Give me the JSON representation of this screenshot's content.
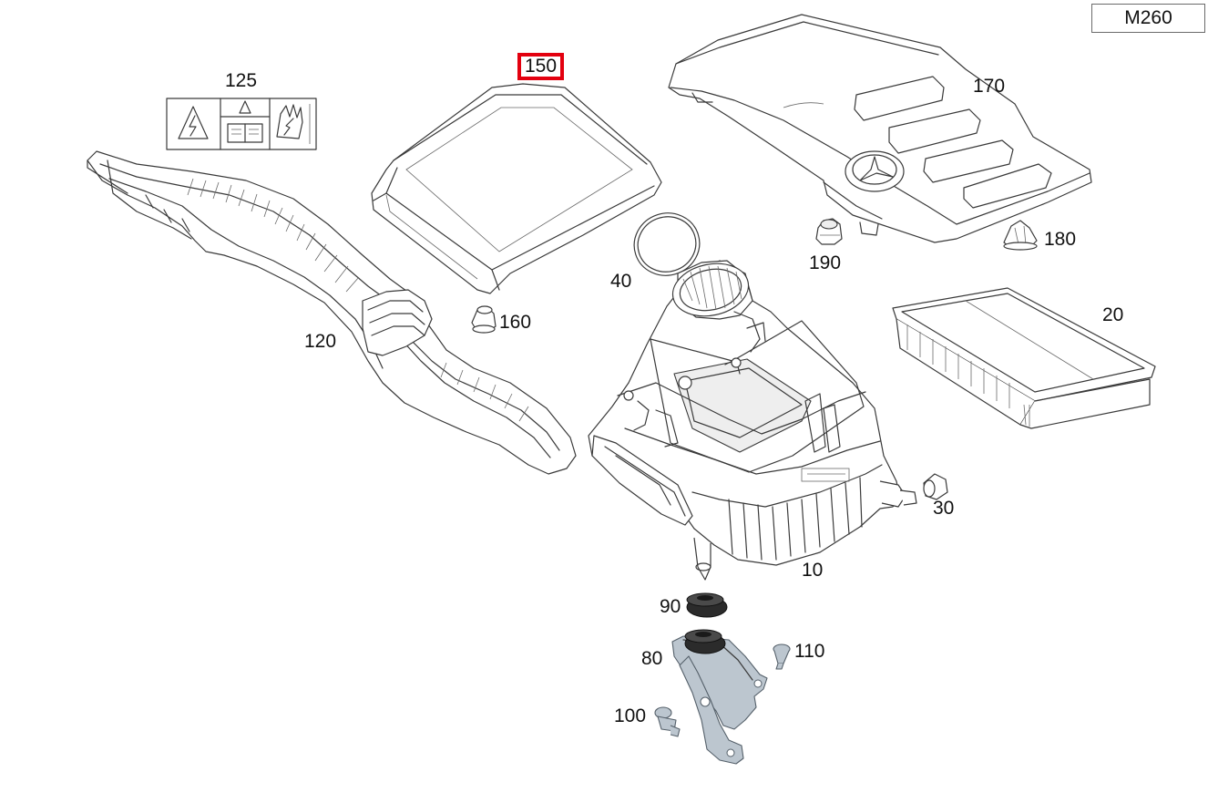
{
  "diagram": {
    "model": "M260",
    "selected_callout": "150",
    "accent_color": "#e3000f",
    "callouts": [
      "125",
      "150",
      "170",
      "190",
      "180",
      "40",
      "160",
      "120",
      "20",
      "10",
      "30",
      "90",
      "80",
      "110",
      "100"
    ]
  }
}
